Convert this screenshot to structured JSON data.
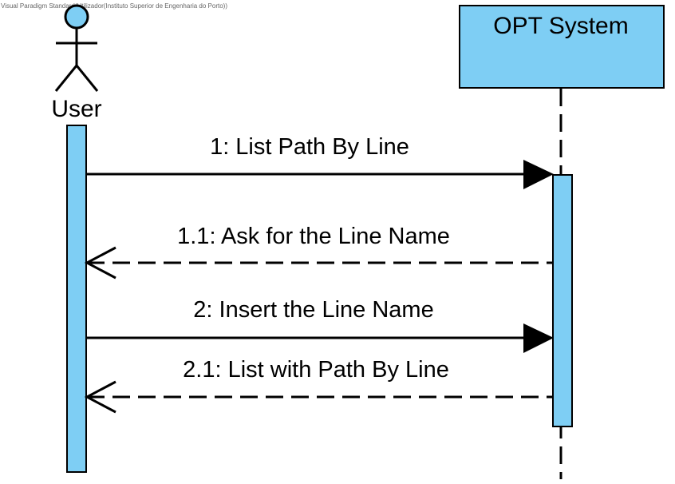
{
  "watermark": "Visual Paradigm Standard(Utilizador(Instituto Superior de Engenharia do Porto))",
  "actor": {
    "label": "User"
  },
  "system": {
    "label": "OPT System"
  },
  "messages": [
    {
      "label": "1: List Path By Line",
      "kind": "sync"
    },
    {
      "label": "1.1: Ask for the Line Name",
      "kind": "return"
    },
    {
      "label": "2: Insert the Line Name",
      "kind": "sync"
    },
    {
      "label": "2.1: List with Path By Line",
      "kind": "return"
    }
  ],
  "colors": {
    "fill": "#7ecef4",
    "stroke": "#000000"
  }
}
